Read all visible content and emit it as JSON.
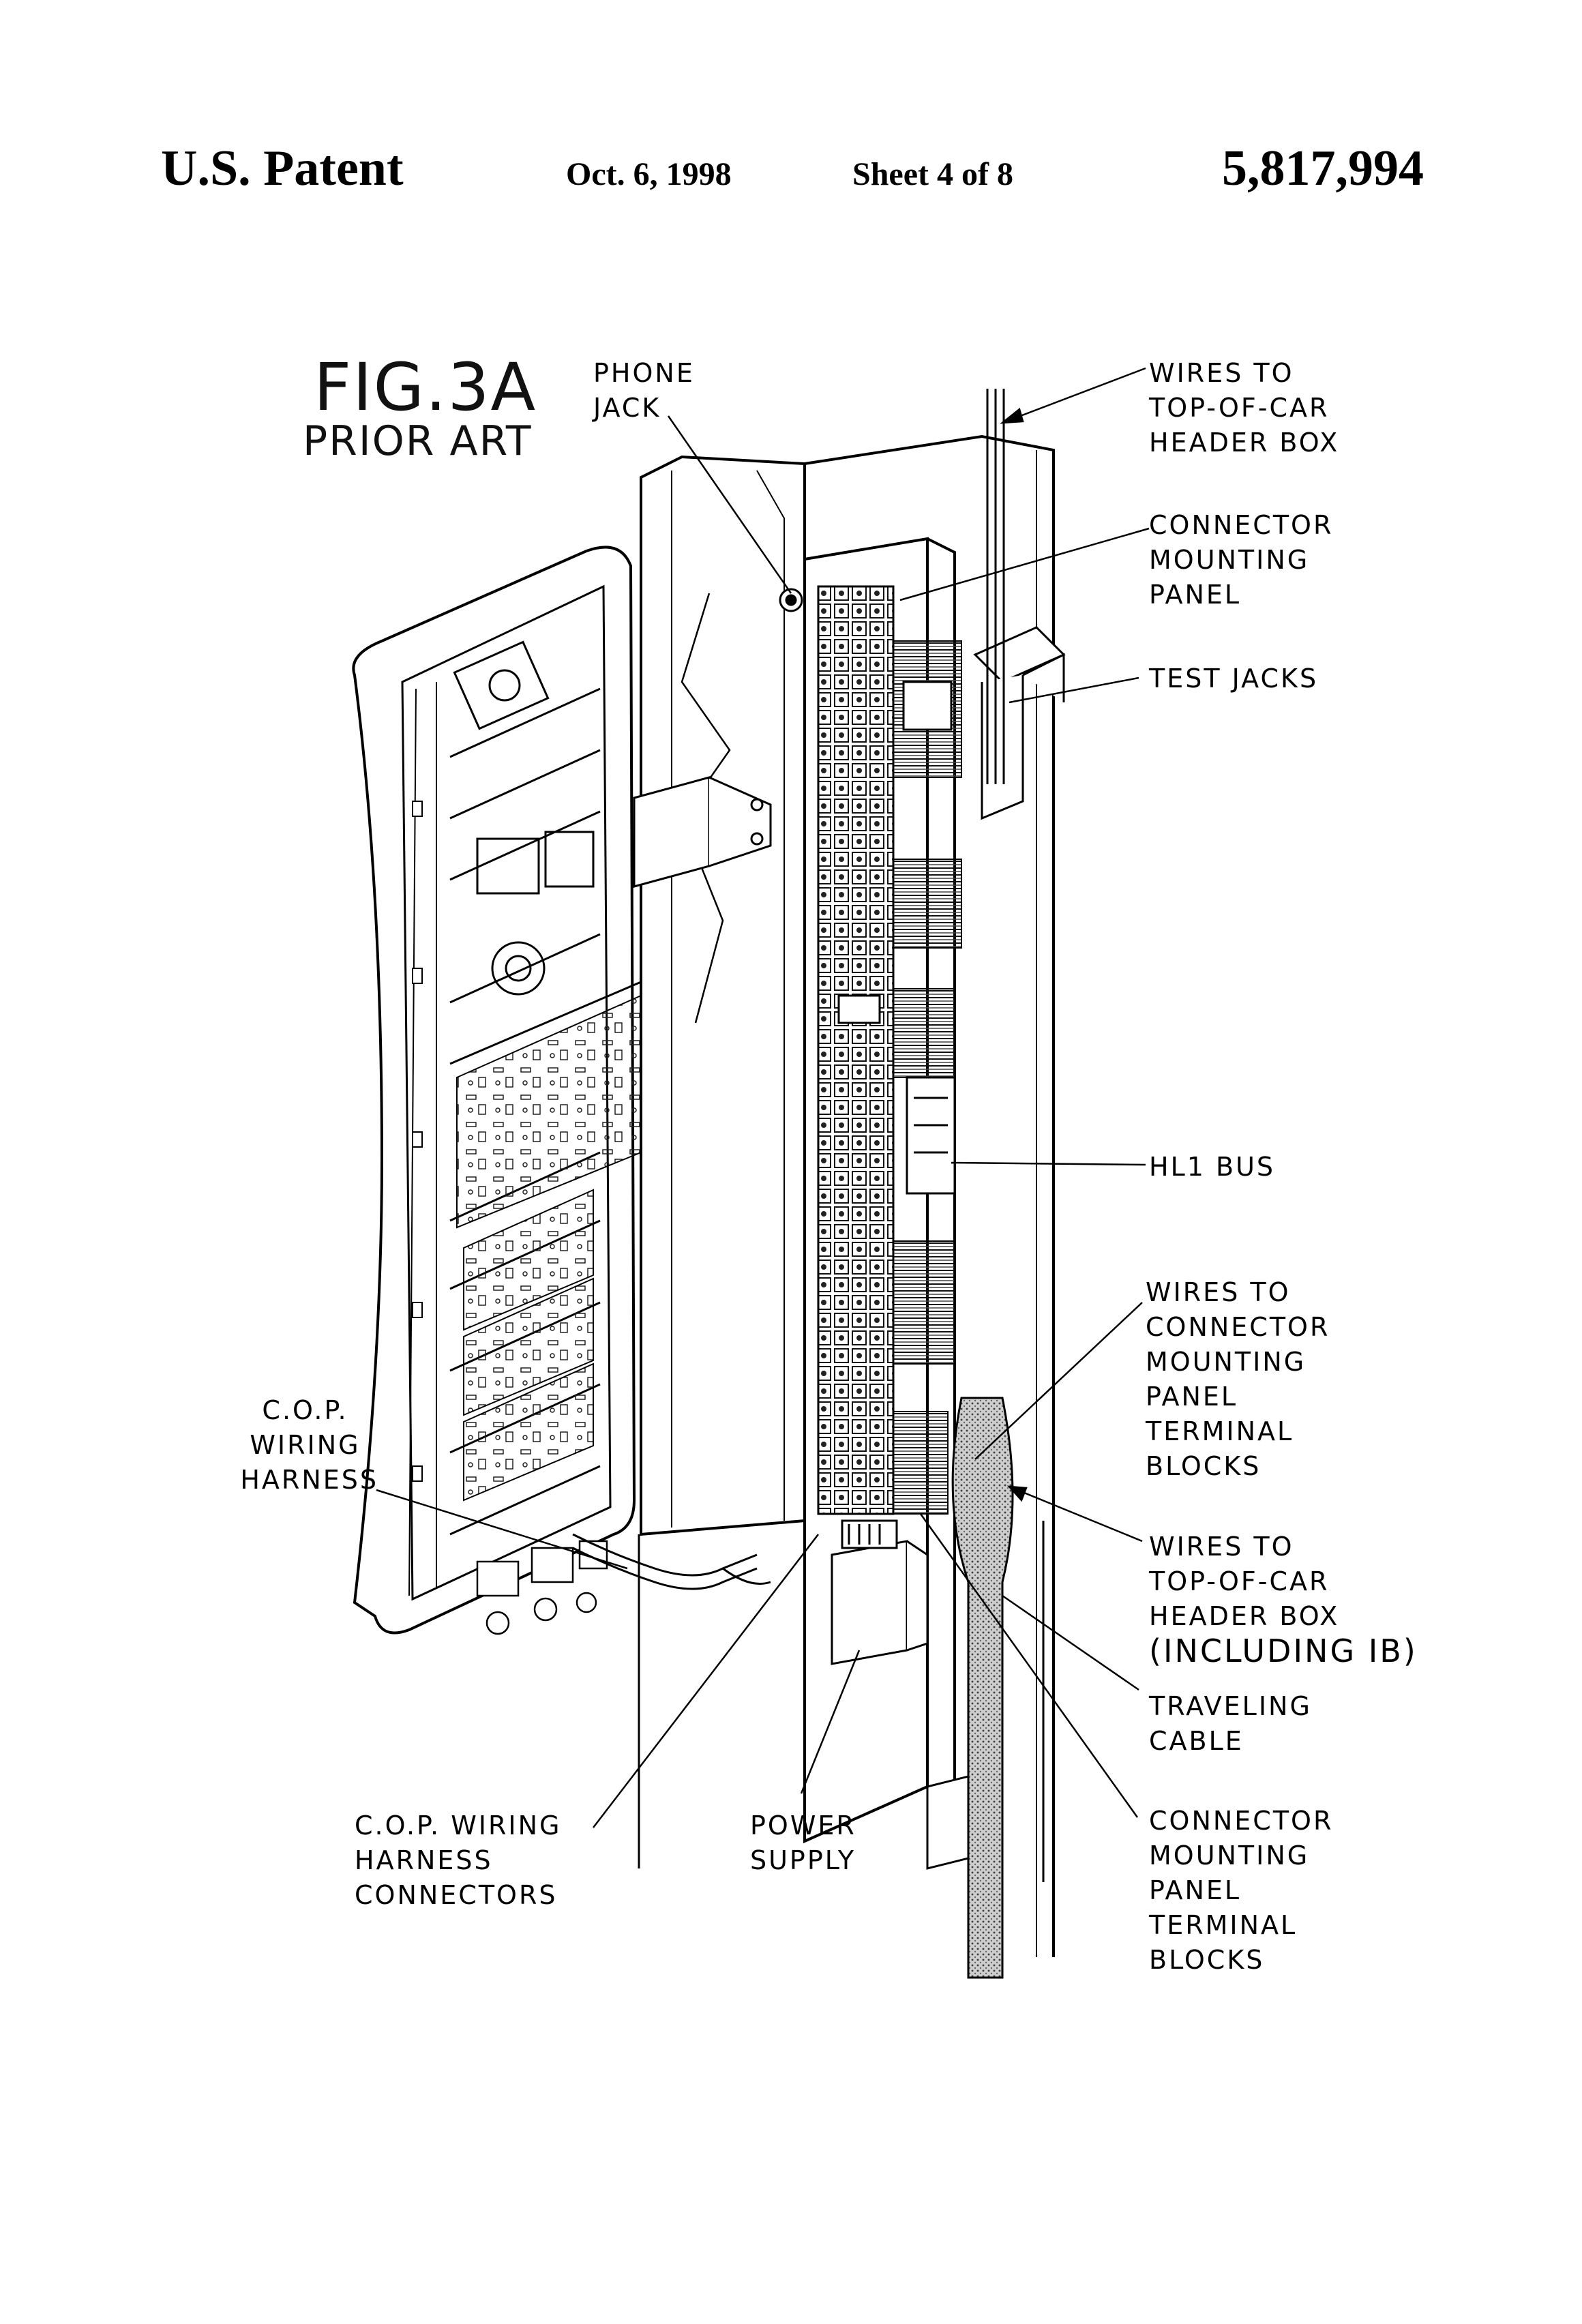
{
  "header": {
    "left": "U.S. Patent",
    "date": "Oct. 6, 1998",
    "sheet": "Sheet 4 of 8",
    "number": "5,817,994"
  },
  "figure": {
    "id": "FIG.3A",
    "subtitle": "PRIOR ART"
  },
  "labels": {
    "phone_jack": [
      "PHONE",
      "JACK"
    ],
    "wires_top_of_car": [
      "WIRES TO",
      "TOP-OF-CAR",
      "HEADER BOX"
    ],
    "connector_mounting_panel": [
      "CONNECTOR",
      "MOUNTING",
      "PANEL"
    ],
    "test_jacks": [
      "TEST JACKS"
    ],
    "hl1_bus": [
      "HL1 BUS"
    ],
    "wires_to_cmp_terminal_blocks": [
      "WIRES TO",
      "CONNECTOR",
      "MOUNTING",
      "PANEL",
      "TERMINAL",
      "BLOCKS"
    ],
    "wires_top_of_car_ib": [
      "WIRES TO",
      "TOP-OF-CAR",
      "HEADER BOX",
      "(INCLUDING IB)"
    ],
    "traveling_cable": [
      "TRAVELING",
      "CABLE"
    ],
    "cmp_terminal_blocks": [
      "CONNECTOR",
      "MOUNTING",
      "PANEL",
      "TERMINAL",
      "BLOCKS"
    ],
    "cop_wiring_harness": [
      "C.O.P.",
      "WIRING",
      "HARNESS"
    ],
    "cop_wiring_harness_connectors": [
      "C.O.P. WIRING",
      "HARNESS",
      "CONNECTORS"
    ],
    "power_supply": [
      "POWER",
      "SUPPLY"
    ]
  }
}
